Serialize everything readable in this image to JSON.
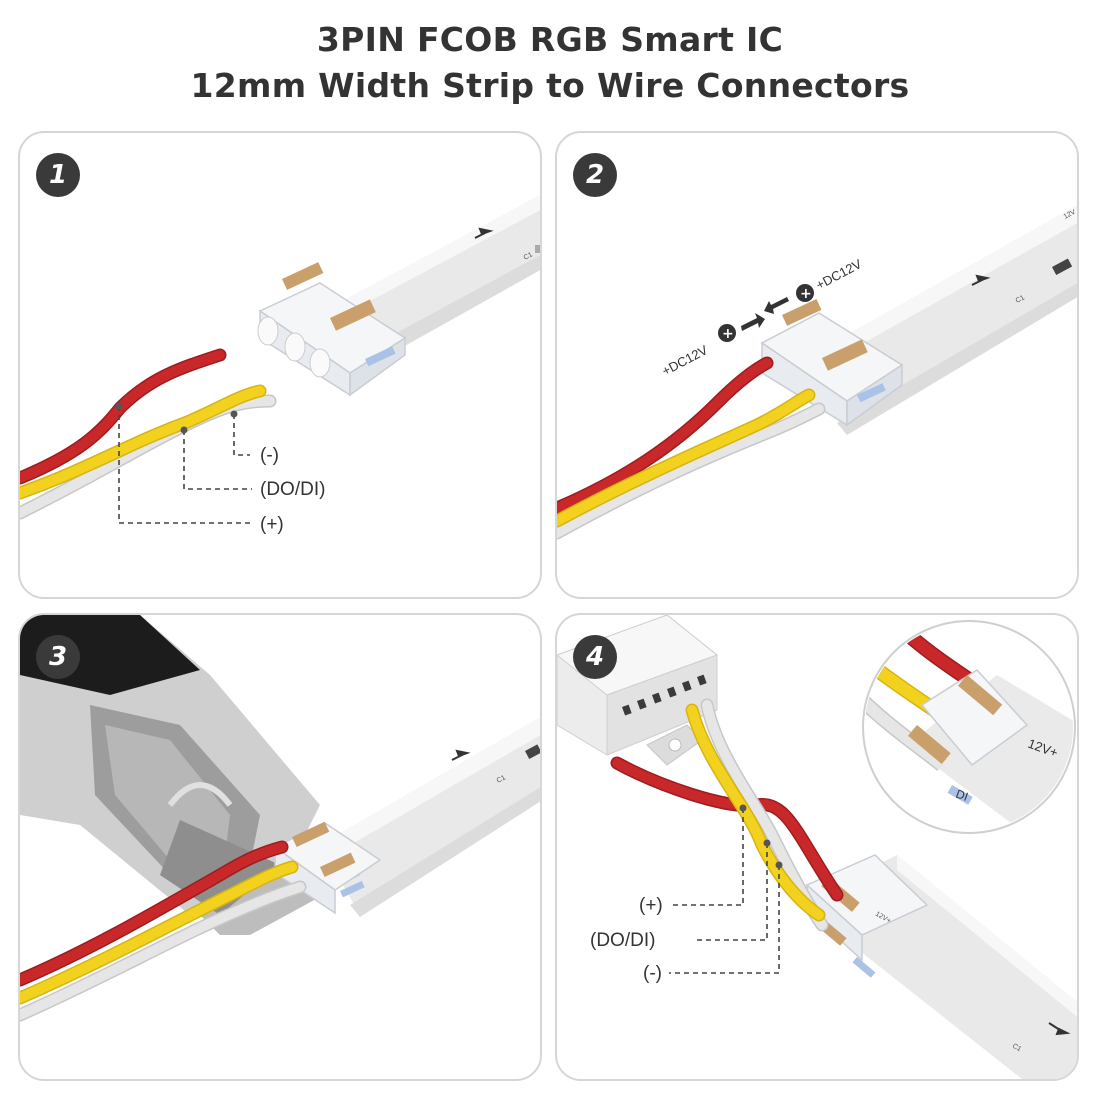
{
  "title": {
    "line1": "3PIN FCOB RGB Smart IC",
    "line2": "12mm Width Strip to Wire Connectors"
  },
  "steps": [
    {
      "number": "1",
      "labels": {
        "minus": "(-)",
        "data": "(DO/DI)",
        "plus": "(+)"
      }
    },
    {
      "number": "2",
      "polarity_left": "+DC12V",
      "polarity_right": "+DC12V"
    },
    {
      "number": "3"
    },
    {
      "number": "4",
      "labels": {
        "plus": "(+)",
        "data": "(DO/DI)",
        "minus": "(-)"
      },
      "inset_strip_text": "12V+",
      "inset_pin_text": "DI"
    }
  ],
  "colors": {
    "wire_red": "#c8282a",
    "wire_yellow": "#f2d21e",
    "wire_gray": "#d4d4d4",
    "strip": "#efefef",
    "copper": "#c9a06b",
    "panel_border": "#d6d6d6",
    "badge": "#3a3a3a"
  }
}
